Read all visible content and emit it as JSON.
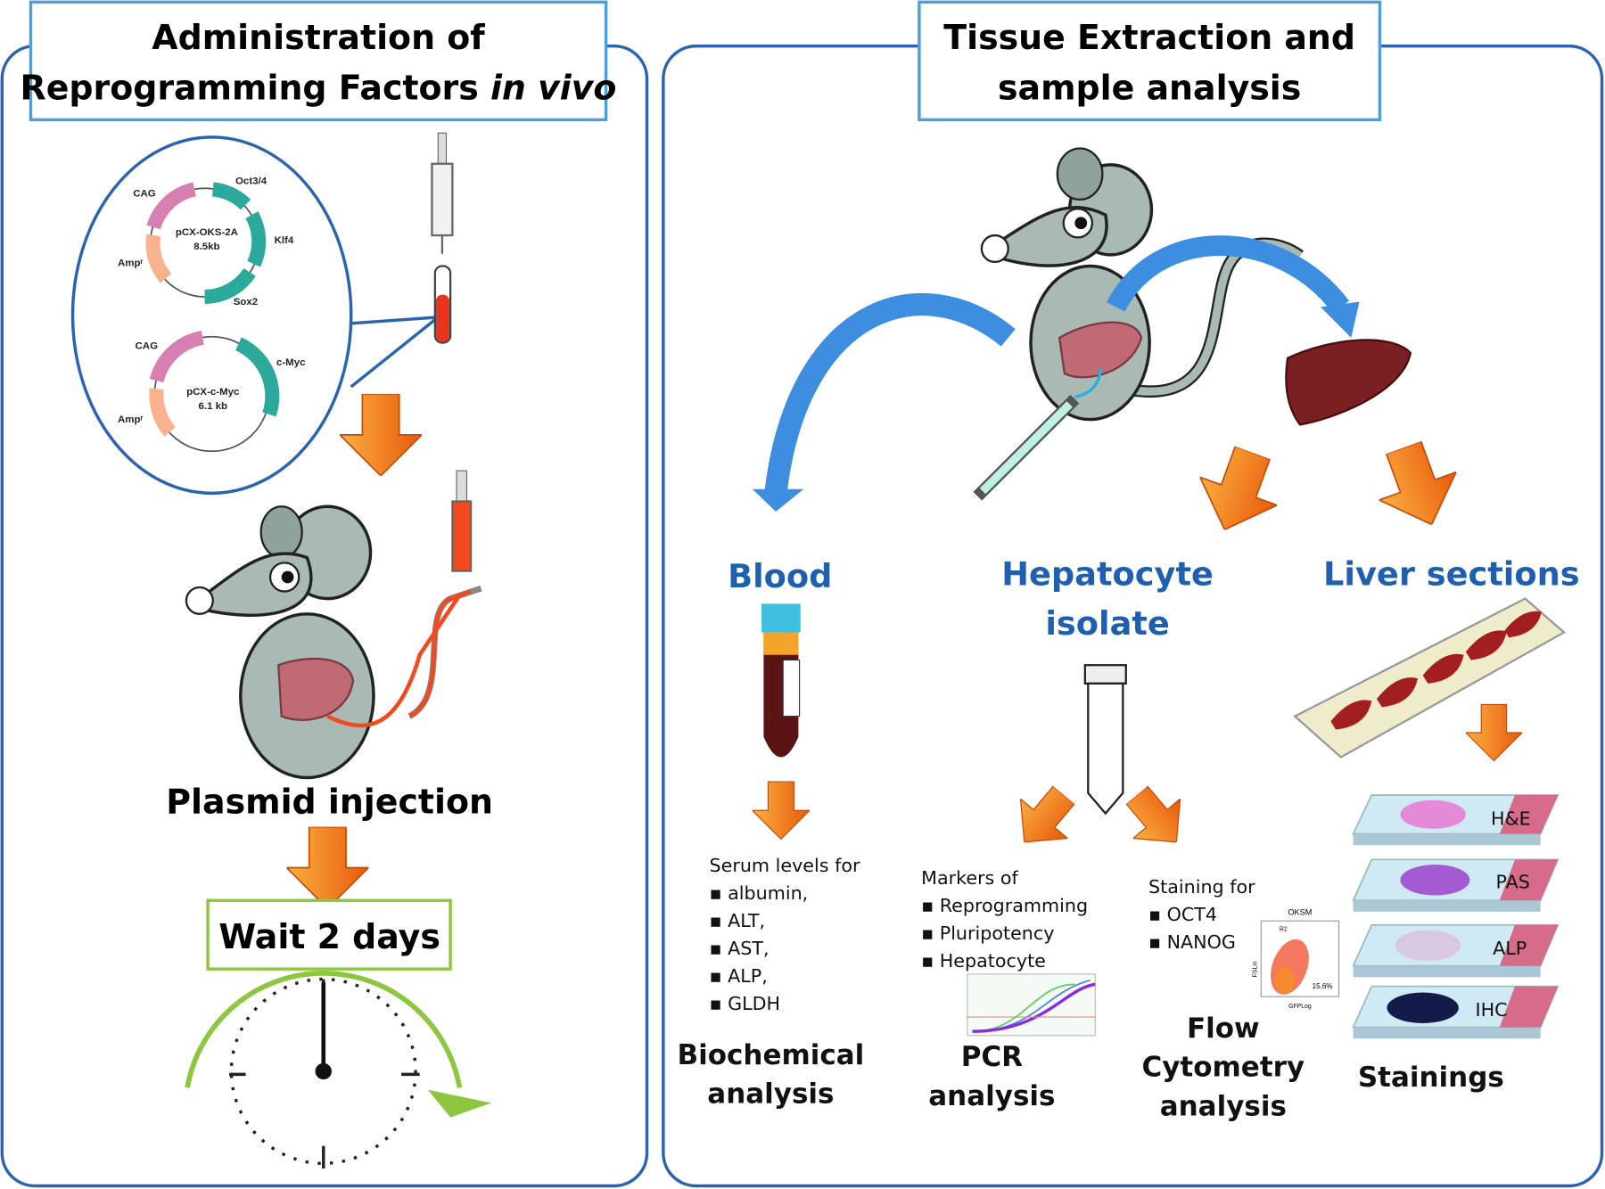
{
  "left_panel": {
    "title_line1": "Administration of",
    "title_line2": "Reprogramming Factors ",
    "title_italic": "in vivo",
    "plasmid1": {
      "name": "pCX-OKS-2A",
      "size": "8.5kb",
      "labels": [
        "CAG",
        "Oct3/4",
        "Klf4",
        "Sox2",
        "Ampʳ"
      ]
    },
    "plasmid2": {
      "name": "pCX-c-Myc",
      "size": "6.1 kb",
      "labels": [
        "CAG",
        "c-Myc",
        "Ampʳ"
      ]
    },
    "step1": "Plasmid injection",
    "step2": "Wait 2 days"
  },
  "right_panel": {
    "title_line1": "Tissue Extraction and",
    "title_line2": "sample analysis",
    "blood": {
      "heading": "Blood",
      "intro": "Serum levels for",
      "items": [
        "albumin,",
        " ALT,",
        "AST,",
        "ALP,",
        "GLDH"
      ],
      "result_line1": "Biochemical",
      "result_line2": "analysis"
    },
    "hepatocyte": {
      "heading_line1": "Hepatocyte",
      "heading_line2": "isolate",
      "pcr": {
        "intro": "Markers of",
        "items": [
          "Reprogramming",
          "Pluripotency",
          "Hepatocyte"
        ],
        "result_line1": "PCR",
        "result_line2": "analysis"
      },
      "flow": {
        "intro": "Staining for",
        "items": [
          "OCT4",
          "NANOG"
        ],
        "plot_title": "OKSM",
        "plot_gate": "R2",
        "plot_percent": "15.6%",
        "plot_xlabel": "GFPLog",
        "plot_ylabel": "FSLin",
        "result_line1": "Flow",
        "result_line2": "Cytometry",
        "result_line3": "analysis"
      }
    },
    "liver": {
      "heading": "Liver sections",
      "stains": [
        "H&E",
        "PAS",
        "ALP",
        "IHC"
      ],
      "result": "Stainings"
    }
  },
  "colors": {
    "panel_border": "#2a63b0",
    "title_border": "#4a9fdc",
    "heading_blue": "#1f5fb0",
    "arrow_orange": "#f47b20",
    "wait_green": "#8dc63f",
    "mouse_gray": "#a9b9b3",
    "liver": "#7a1f22"
  }
}
